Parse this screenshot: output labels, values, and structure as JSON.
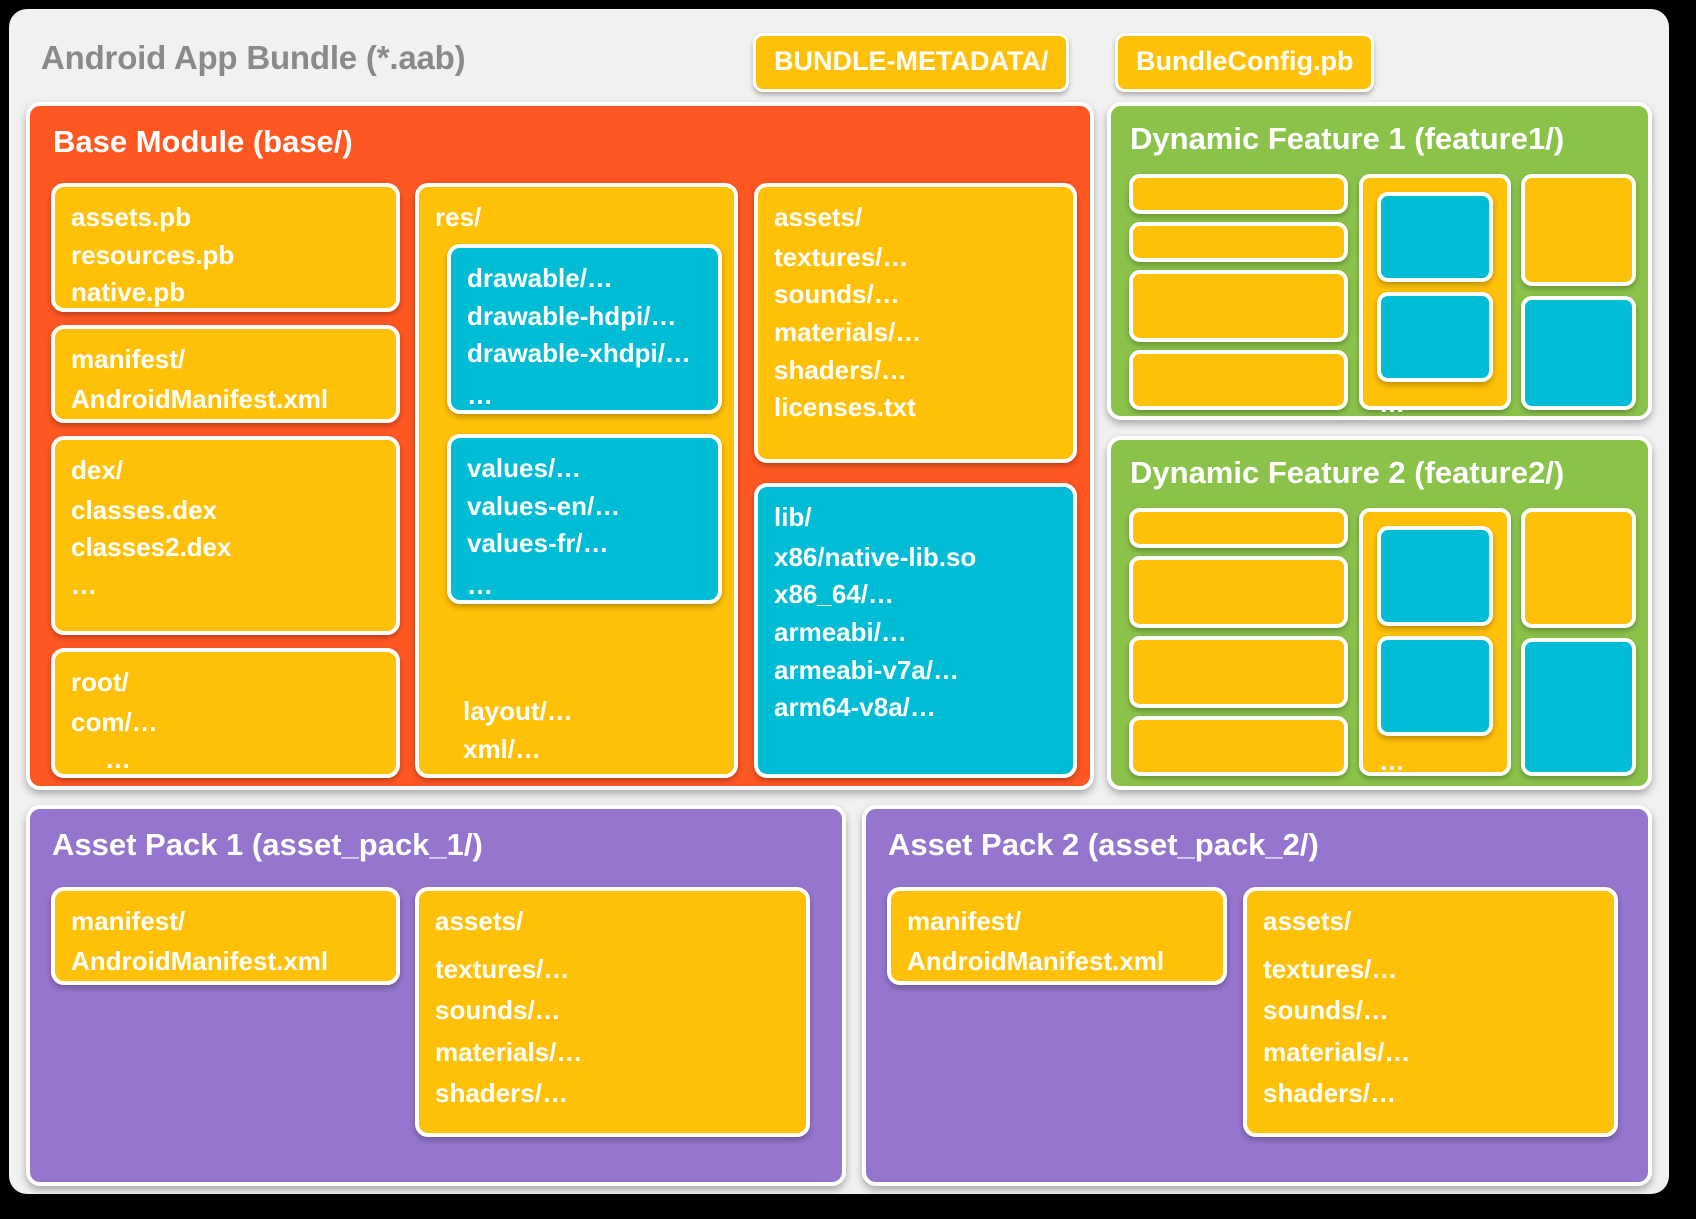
{
  "header": {
    "title": "Android App Bundle (*.aab)",
    "chips": [
      {
        "label": "BUNDLE-METADATA/"
      },
      {
        "label": "BundleConfig.pb"
      }
    ]
  },
  "colors": {
    "page_background": "#000000",
    "shell_background": "#f1f1f1",
    "base_module": "#FF5722",
    "dynamic_feature": "#8BC34A",
    "asset_pack": "#9575CD",
    "amber_box": "#FFC107",
    "cyan_box": "#00BCD4",
    "title_grey": "#8a8a8a",
    "box_text": "#ffffff"
  },
  "base_module": {
    "title": "Base Module (base/)",
    "protos": "assets.pb\nresources.pb\nnative.pb",
    "manifest_label": "manifest/",
    "manifest_child": "AndroidManifest.xml",
    "dex_label": "dex/",
    "dex_children": "classes.dex\nclasses2.dex",
    "dex_dots": "…",
    "root_label": "root/",
    "root_child": "com/…",
    "root_dots": "…",
    "res_label": "res/",
    "res_drawable": "drawable/…\ndrawable-hdpi/…\ndrawable-xhdpi/…",
    "res_drawable_dots": "…",
    "res_values": "values/…\nvalues-en/…\nvalues-fr/…",
    "res_values_dots": "…",
    "res_tail": "layout/…\nxml/…",
    "res_tail_dots": "…",
    "assets_label": "assets/",
    "assets_children": "textures/…\nsounds/…\nmaterials/…\nshaders/…\nlicenses.txt",
    "lib_label": "lib/",
    "lib_children": "x86/native-lib.so\nx86_64/…\narmeabi/…\narmeabi-v7a/…\narm64-v8a/…"
  },
  "dynamic_features": [
    {
      "title": "Dynamic Feature 1 (feature1/)",
      "mid_dots": "…"
    },
    {
      "title": "Dynamic Feature 2 (feature2/)",
      "mid_dots": "…"
    }
  ],
  "asset_packs": [
    {
      "title": "Asset Pack 1 (asset_pack_1/)",
      "manifest_label": "manifest/",
      "manifest_child": "AndroidManifest.xml",
      "assets_label": "assets/",
      "assets_children": "textures/…\nsounds/…\nmaterials/…\nshaders/…"
    },
    {
      "title": "Asset Pack 2 (asset_pack_2/)",
      "manifest_label": "manifest/",
      "manifest_child": "AndroidManifest.xml",
      "assets_label": "assets/",
      "assets_children": "textures/…\nsounds/…\nmaterials/…\nshaders/…"
    }
  ]
}
